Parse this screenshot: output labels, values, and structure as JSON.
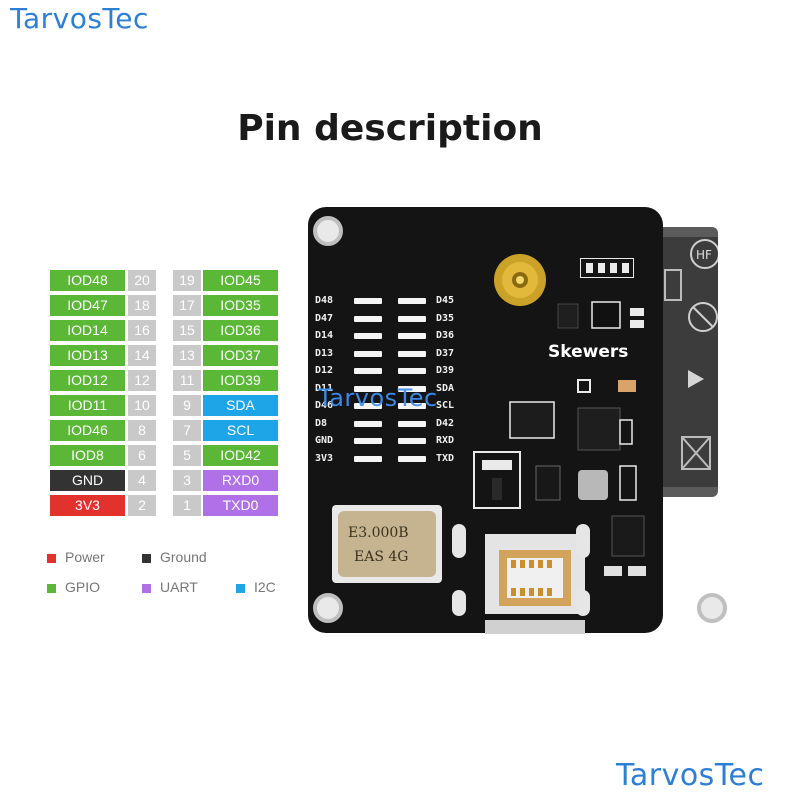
{
  "watermark": "TarvosTec",
  "title": "Pin description",
  "board_label": "Skewers",
  "colors": {
    "power": "#e2322d",
    "ground": "#333333",
    "gpio": "#5ab836",
    "uart": "#b070e8",
    "i2c": "#1ea5e8",
    "number": "#c9c9c9"
  },
  "pins": {
    "left": [
      {
        "name": "IOD48",
        "num": "20",
        "type": "gpio"
      },
      {
        "name": "IOD47",
        "num": "18",
        "type": "gpio"
      },
      {
        "name": "IOD14",
        "num": "16",
        "type": "gpio"
      },
      {
        "name": "IOD13",
        "num": "14",
        "type": "gpio"
      },
      {
        "name": "IOD12",
        "num": "12",
        "type": "gpio"
      },
      {
        "name": "IOD11",
        "num": "10",
        "type": "gpio"
      },
      {
        "name": "IOD46",
        "num": "8",
        "type": "gpio"
      },
      {
        "name": "IOD8",
        "num": "6",
        "type": "gpio"
      },
      {
        "name": "GND",
        "num": "4",
        "type": "ground"
      },
      {
        "name": "3V3",
        "num": "2",
        "type": "power"
      }
    ],
    "right": [
      {
        "name": "IOD45",
        "num": "19",
        "type": "gpio"
      },
      {
        "name": "IOD35",
        "num": "17",
        "type": "gpio"
      },
      {
        "name": "IOD36",
        "num": "15",
        "type": "gpio"
      },
      {
        "name": "IOD37",
        "num": "13",
        "type": "gpio"
      },
      {
        "name": "IOD39",
        "num": "11",
        "type": "gpio"
      },
      {
        "name": "SDA",
        "num": "9",
        "type": "i2c"
      },
      {
        "name": "SCL",
        "num": "7",
        "type": "i2c"
      },
      {
        "name": "IOD42",
        "num": "5",
        "type": "gpio"
      },
      {
        "name": "RXD0",
        "num": "3",
        "type": "uart"
      },
      {
        "name": "TXD0",
        "num": "1",
        "type": "uart"
      }
    ]
  },
  "legend": [
    {
      "label": "Power",
      "type": "power"
    },
    {
      "label": "Ground",
      "type": "ground"
    },
    {
      "label": "GPIO",
      "type": "gpio"
    },
    {
      "label": "UART",
      "type": "uart"
    },
    {
      "label": "I2C",
      "type": "i2c"
    }
  ],
  "silkscreen": {
    "left": [
      "D48",
      "D47",
      "D14",
      "D13",
      "D12",
      "D11",
      "D46",
      "D8",
      "GND",
      "3V3"
    ],
    "right": [
      "D45",
      "D35",
      "D36",
      "D37",
      "D39",
      "SDA",
      "SCL",
      "D42",
      "RXD",
      "TXD"
    ]
  },
  "crystal": {
    "line1": "E3.000B",
    "line2": "EAS 4G"
  },
  "wing_text": "HF"
}
